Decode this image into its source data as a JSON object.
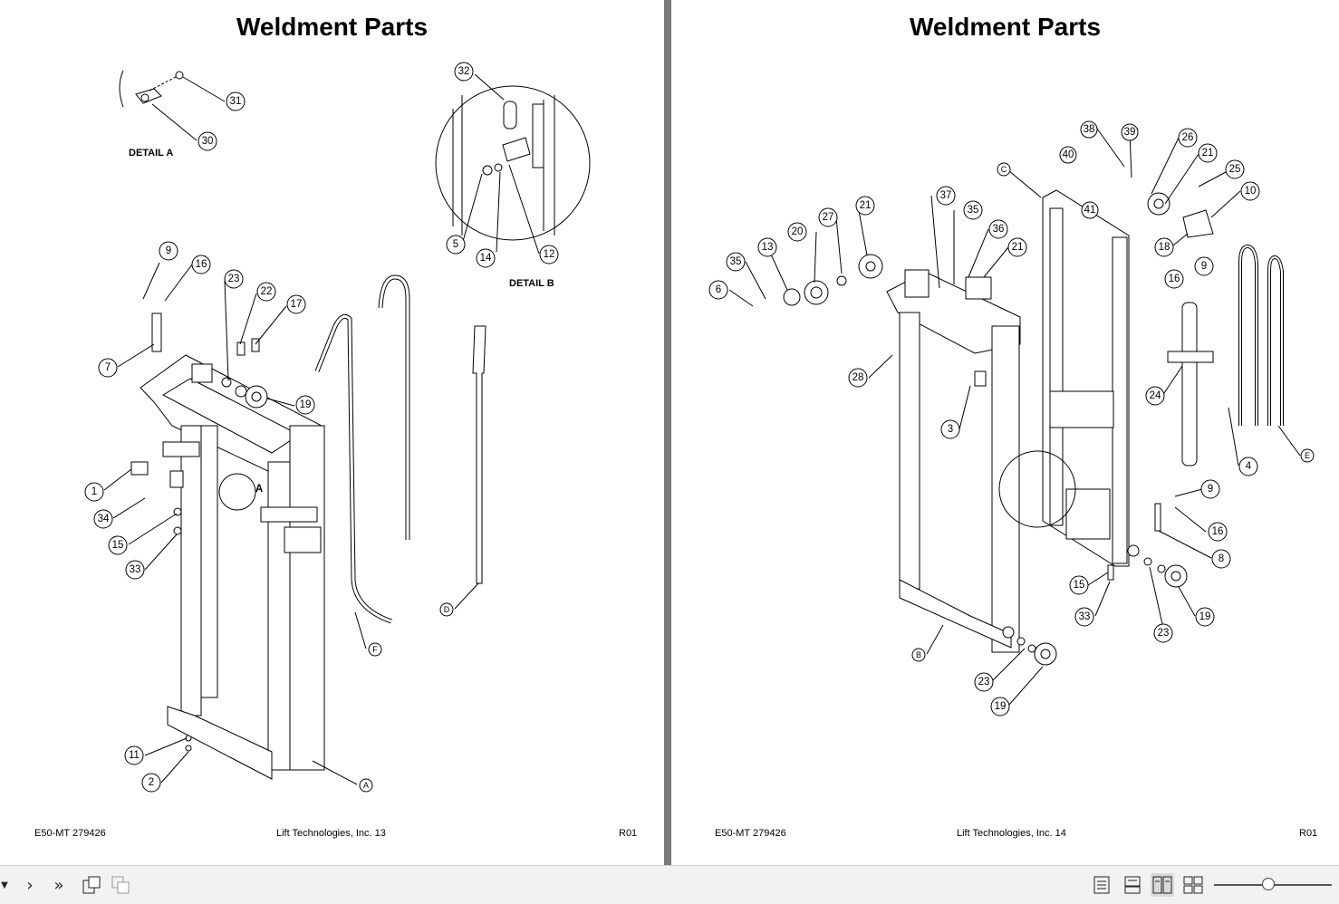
{
  "pages": [
    {
      "title": "Weldment Parts",
      "footer_left": "E50-MT 279426",
      "footer_center": "Lift Technologies, Inc. 13",
      "footer_right": "R01",
      "detail_labels": [
        "DETAIL A",
        "DETAIL B"
      ],
      "callouts": [
        "31",
        "30",
        "32",
        "5",
        "14",
        "12",
        "9",
        "16",
        "23",
        "22",
        "17",
        "7",
        "19",
        "1",
        "34",
        "15",
        "33",
        "A",
        "F",
        "D",
        "11",
        "2",
        "A"
      ]
    },
    {
      "title": "Weldment Parts",
      "footer_left": "E50-MT 279426",
      "footer_center": "Lift Technologies, Inc. 14",
      "footer_right": "R01",
      "callouts": [
        "38",
        "39",
        "26",
        "40",
        "C",
        "21",
        "25",
        "10",
        "41",
        "37",
        "35",
        "21",
        "20",
        "27",
        "36",
        "21",
        "18",
        "13",
        "35",
        "6",
        "9",
        "16",
        "28",
        "24",
        "3",
        "4",
        "E",
        "9",
        "16",
        "8",
        "15",
        "33",
        "19",
        "23",
        "B",
        "23",
        "19"
      ]
    }
  ],
  "toolbar": {
    "icons": [
      "dropdown-arrow-icon",
      "next-page-icon",
      "last-page-icon",
      "rotate-icon",
      "rotate-disabled-icon",
      "single-page-icon",
      "continuous-icon",
      "two-page-icon",
      "two-page-continuous-icon"
    ],
    "zoom_level": 0.45
  }
}
